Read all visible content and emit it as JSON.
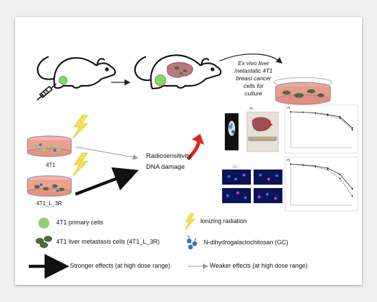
{
  "labels": {
    "exvivo": [
      "Ex vivo liver",
      "metastatic 4T1",
      "breast cancer",
      "cells for",
      "culture"
    ],
    "dish1": "4T1",
    "dish2": "4T1_L_3R",
    "effect1": "Radiosensitivity",
    "effect2": "DNA damage"
  },
  "panels": {
    "photo_tag": "(B)",
    "chart_top_tag": "(A)",
    "chart_bottom_tag": "(B)",
    "immuno_tag": "(C)"
  },
  "legend": [
    {
      "key": "primary",
      "text": "4T1 primary cells"
    },
    {
      "key": "metastasis",
      "text": "4T1 liver metastasis cells (4T1_L_3R)"
    },
    {
      "key": "ionizing",
      "text": "Ionizing radiation"
    },
    {
      "key": "gc",
      "text": "N-dihydrogalactochitosan (GC)"
    },
    {
      "key": "strong",
      "text": "Stronger effects (at high dose range)"
    },
    {
      "key": "weak",
      "text": "Weaker effects (at high dose range)"
    }
  ],
  "colors": {
    "primary_cell": "#8fd16a",
    "metastasis_cell": "#4e6b3a",
    "lightning": "#f3e04c",
    "gc_blue": "#2d78c8",
    "liver": "#9c4f52",
    "dish_medium": "#f0a89e",
    "radiation_red_arrow": "#e0231e"
  },
  "chart_data": [
    {
      "type": "line",
      "series": [
        {
          "values": [
            1.0,
            0.99,
            0.97,
            0.93,
            0.86,
            0.55
          ]
        },
        {
          "values": [
            1.0,
            0.99,
            0.96,
            0.9,
            0.82,
            0.5
          ]
        }
      ]
    },
    {
      "type": "line",
      "series": [
        {
          "values": [
            1.0,
            0.98,
            0.95,
            0.9,
            0.75,
            0.4
          ]
        },
        {
          "values": [
            1.0,
            0.97,
            0.93,
            0.86,
            0.65,
            0.22
          ]
        }
      ]
    }
  ]
}
